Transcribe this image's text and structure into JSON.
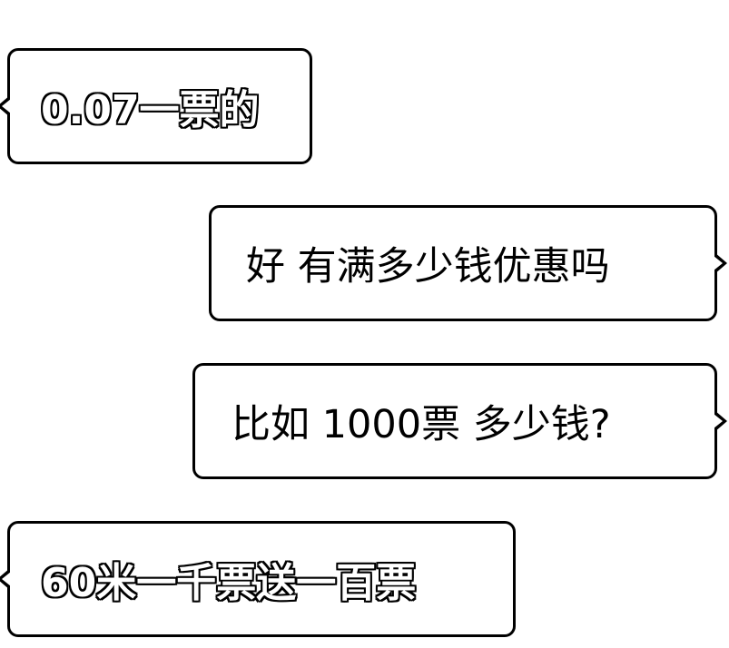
{
  "chat": {
    "messages": [
      {
        "side": "left",
        "style": "outlined",
        "text": "0.07一票的"
      },
      {
        "side": "right",
        "style": "plain",
        "text": "好 有满多少钱优惠吗"
      },
      {
        "side": "right",
        "style": "plain",
        "text": "比如 1000票 多少钱?"
      },
      {
        "side": "left",
        "style": "outlined",
        "text": "60米一千票送一百票"
      }
    ]
  },
  "colors": {
    "bubble_border": "#000000",
    "bubble_fill": "#ffffff",
    "background": "#ffffff"
  }
}
